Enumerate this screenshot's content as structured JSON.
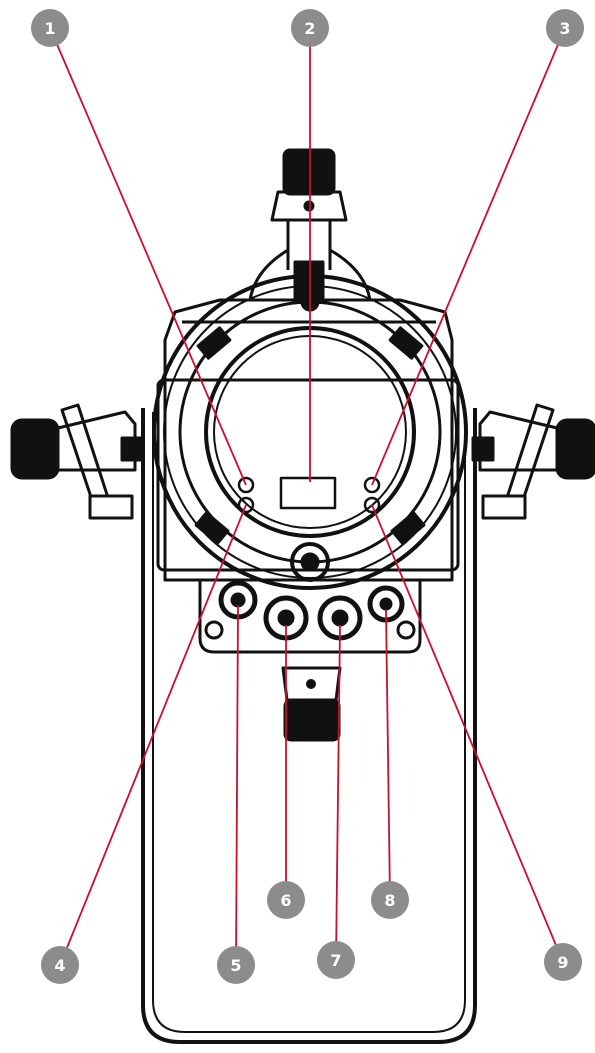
{
  "diagram": {
    "type": "callout-diagram",
    "subject": "stage luminaire rear panel",
    "colors": {
      "line_art": "#111111",
      "leader_line": "#c8102e",
      "badge_fill": "#8c8c8c",
      "badge_text": "#ffffff",
      "background": "#ffffff"
    },
    "callouts": [
      {
        "label": "1"
      },
      {
        "label": "2"
      },
      {
        "label": "3"
      },
      {
        "label": "4"
      },
      {
        "label": "5"
      },
      {
        "label": "6"
      },
      {
        "label": "7"
      },
      {
        "label": "8"
      },
      {
        "label": "9"
      }
    ]
  }
}
